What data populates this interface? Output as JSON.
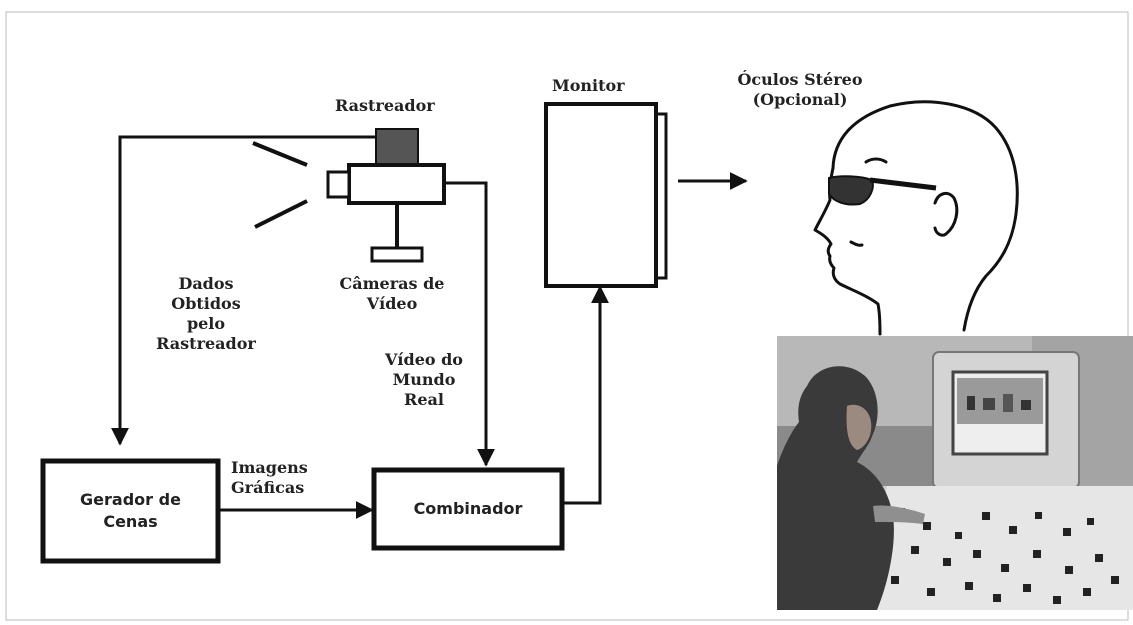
{
  "labels": {
    "tracker": "Rastreador",
    "monitor": "Monitor",
    "glasses": "Óculos Stéreo\n(Opcional)",
    "tracker_data": "Dados\nObtidos\npelo\nRastreador",
    "cameras": "Câmeras de\nVídeo",
    "real_video": "Vídeo do\nMundo\nReal",
    "graphic_images": "Imagens\nGráficas"
  },
  "boxes": {
    "scene_generator": "Gerador de\nCenas",
    "combiner": "Combinador"
  }
}
